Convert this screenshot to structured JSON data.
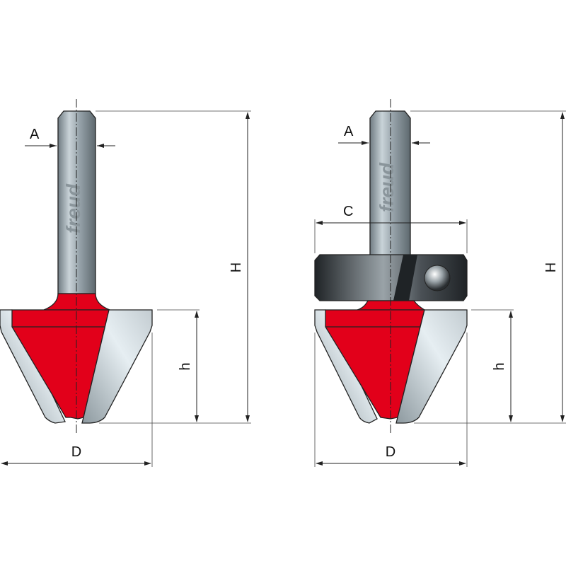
{
  "labels": {
    "shank_diameter": "A",
    "overall_height": "H",
    "cut_height": "h",
    "cut_diameter": "D",
    "bearing_diameter": "C"
  },
  "logo": "freud",
  "colors": {
    "cutter_red": "#e2001a",
    "steel_light": "#dfe6ea",
    "steel_dark": "#7f8b92",
    "bearing_dark": "#2a2e31"
  }
}
